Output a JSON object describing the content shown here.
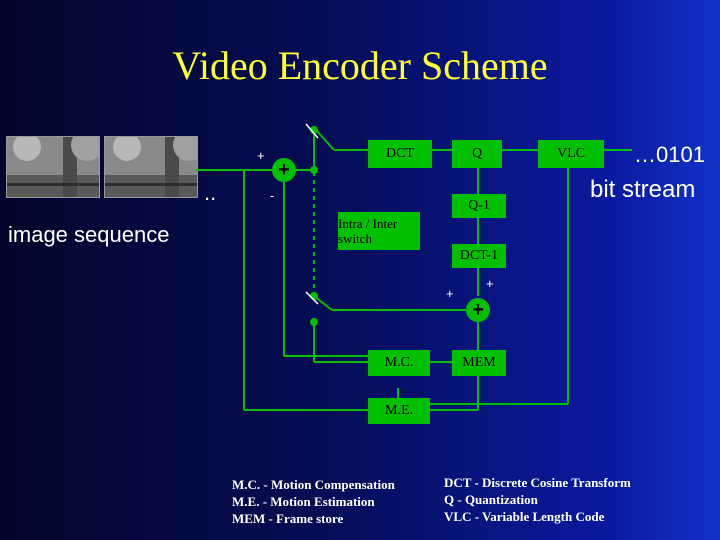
{
  "title": "Video Encoder Scheme",
  "image_sequence": {
    "label": "image sequence",
    "dots": ".."
  },
  "output": {
    "bits": "…0101",
    "label": "bit stream"
  },
  "blocks": {
    "dct": "DCT",
    "q": "Q",
    "vlc": "VLC",
    "q_inv": "Q-1",
    "dct_inv": "DCT-1",
    "mc": "M.C.",
    "mem": "MEM",
    "me": "M.E.",
    "switch": "Intra / Inter switch"
  },
  "signs": {
    "sum1_plus": "+",
    "sum1_minus": "-",
    "sum1_symbol": "+",
    "sum2_left": "+",
    "sum2_top": "+",
    "sum2_symbol": "+"
  },
  "legend_left": [
    "M.C. - Motion Compensation",
    "M.E. - Motion Estimation",
    "MEM - Frame store"
  ],
  "legend_right": [
    "DCT - Discrete Cosine Transform",
    "Q - Quantization",
    "VLC - Variable Length Code"
  ],
  "colors": {
    "background": "#050d55",
    "title": "#ffff33",
    "block": "#00c000",
    "text": "#ffffff"
  }
}
